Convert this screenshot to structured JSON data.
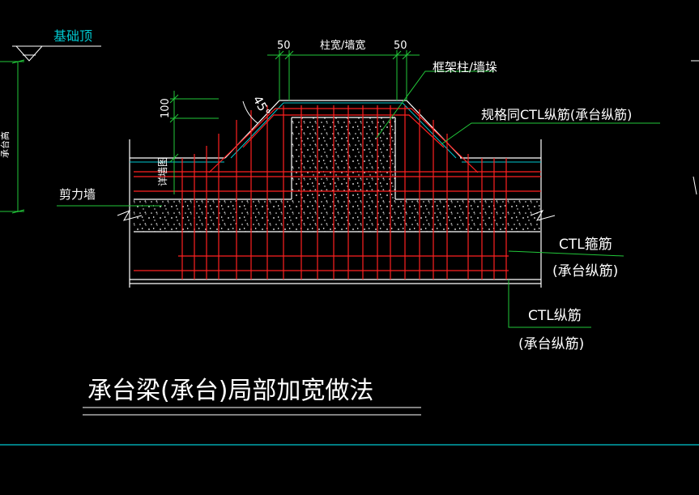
{
  "colors": {
    "background": "#000000",
    "outline": "#ffffff",
    "green": "#22c83a",
    "cyan": "#00c8d0",
    "red": "#ff2020",
    "text": "#ffffff"
  },
  "labels": {
    "foundation_top": "基础顶",
    "bearing_height_vertical": "承台高",
    "dim_50_left": "50",
    "dim_col_width": "柱宽/墙宽",
    "dim_50_right": "50",
    "frame_column": "框架柱/墙垛",
    "dim_100": "100",
    "angle_45": "45°",
    "long_bar_same_spec": "规格同CTL纵筋(承台纵筋)",
    "see_detail": "详墙图",
    "shear_wall": "剪力墙",
    "ctl_stirrup": "CTL箍筋",
    "ctl_stirrup_sub": "(承台纵筋)",
    "ctl_long_bar": "CTL纵筋",
    "ctl_long_bar_sub": "(承台纵筋)",
    "title": "承台梁(承台)局部加宽做法"
  }
}
